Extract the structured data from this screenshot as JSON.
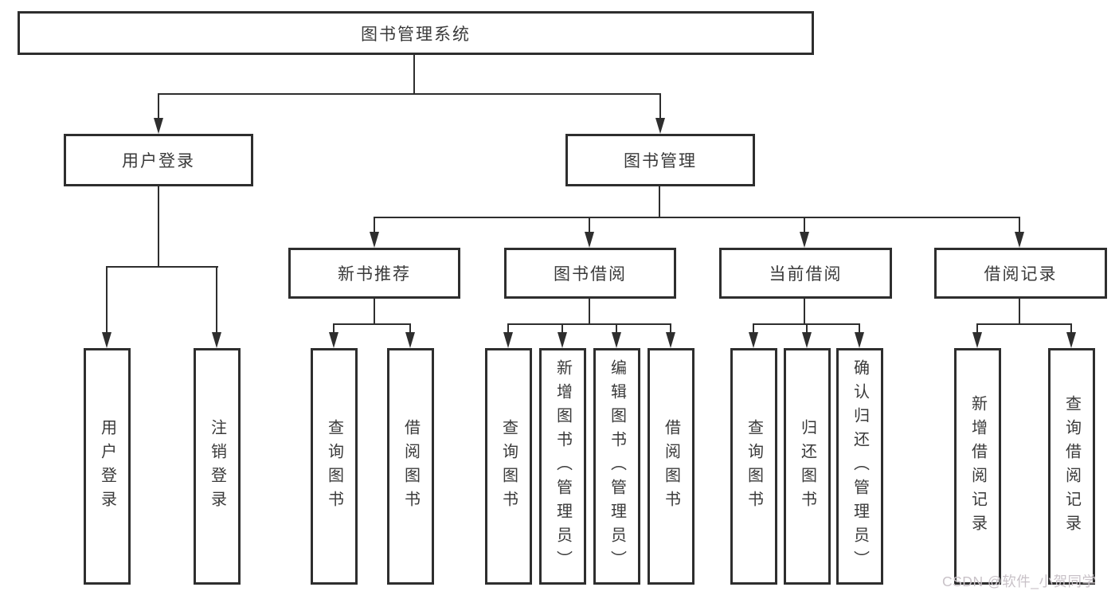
{
  "nodes": {
    "root": {
      "label": "图书管理系统"
    },
    "user_login": {
      "label": "用户登录"
    },
    "book_mgmt": {
      "label": "图书管理"
    },
    "new_book_rec": {
      "label": "新书推荐"
    },
    "book_borrow": {
      "label": "图书借阅"
    },
    "current_borrow": {
      "label": "当前借阅"
    },
    "borrow_record": {
      "label": "借阅记录"
    },
    "leaf_login": {
      "label": "用户登录"
    },
    "leaf_logout": {
      "label": "注销登录"
    },
    "leaf_nb_query": {
      "label": "查询图书"
    },
    "leaf_nb_borrow": {
      "label": "借阅图书"
    },
    "leaf_bb_query": {
      "label": "查询图书"
    },
    "leaf_bb_add": {
      "label": "新增图书（管理员）"
    },
    "leaf_bb_edit": {
      "label": "编辑图书（管理员）"
    },
    "leaf_bb_borrow": {
      "label": "借阅图书"
    },
    "leaf_cb_query": {
      "label": "查询图书"
    },
    "leaf_cb_return": {
      "label": "归还图书"
    },
    "leaf_cb_confirm": {
      "label": "确认归还（管理员）"
    },
    "leaf_br_add": {
      "label": "新增借阅记录"
    },
    "leaf_br_query": {
      "label": "查询借阅记录"
    }
  },
  "edges": [
    {
      "from": "root",
      "to": "user_login"
    },
    {
      "from": "root",
      "to": "book_mgmt"
    },
    {
      "from": "user_login",
      "to": "leaf_login"
    },
    {
      "from": "user_login",
      "to": "leaf_logout"
    },
    {
      "from": "book_mgmt",
      "to": "new_book_rec"
    },
    {
      "from": "book_mgmt",
      "to": "book_borrow"
    },
    {
      "from": "book_mgmt",
      "to": "current_borrow"
    },
    {
      "from": "book_mgmt",
      "to": "borrow_record"
    },
    {
      "from": "new_book_rec",
      "to": "leaf_nb_query"
    },
    {
      "from": "new_book_rec",
      "to": "leaf_nb_borrow"
    },
    {
      "from": "book_borrow",
      "to": "leaf_bb_query"
    },
    {
      "from": "book_borrow",
      "to": "leaf_bb_add"
    },
    {
      "from": "book_borrow",
      "to": "leaf_bb_edit"
    },
    {
      "from": "book_borrow",
      "to": "leaf_bb_borrow"
    },
    {
      "from": "current_borrow",
      "to": "leaf_cb_query"
    },
    {
      "from": "current_borrow",
      "to": "leaf_cb_return"
    },
    {
      "from": "current_borrow",
      "to": "leaf_cb_confirm"
    },
    {
      "from": "borrow_record",
      "to": "leaf_br_add"
    },
    {
      "from": "borrow_record",
      "to": "leaf_br_query"
    }
  ],
  "watermark": {
    "text": "CSDN @软件_小贺同学"
  },
  "colors": {
    "line": "#2e2e2e",
    "text": "#3a3a3a",
    "watermark": "#c9c2c8",
    "background": "#ffffff"
  }
}
